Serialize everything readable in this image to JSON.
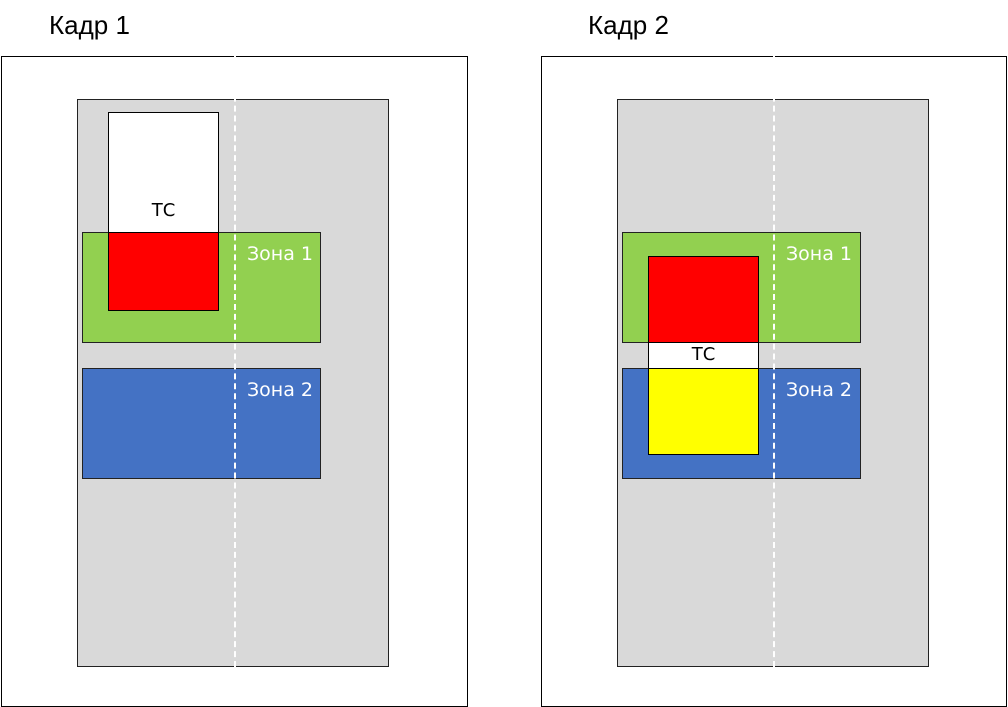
{
  "frames": [
    {
      "title": "Кадр 1",
      "zone1_label": "Зона 1",
      "zone2_label": "Зона 2",
      "vehicle_label": "ТС"
    },
    {
      "title": "Кадр 2",
      "zone1_label": "Зона 1",
      "zone2_label": "Зона 2",
      "vehicle_label": "ТС"
    }
  ],
  "colors": {
    "road": "#d9d9d9",
    "zone1": "#92d050",
    "zone2": "#4472c4",
    "vehicle": "#ffffff",
    "overlap_zone1": "#ff0000",
    "overlap_zone2": "#ffff00",
    "lane_marking": "#ffffff"
  }
}
